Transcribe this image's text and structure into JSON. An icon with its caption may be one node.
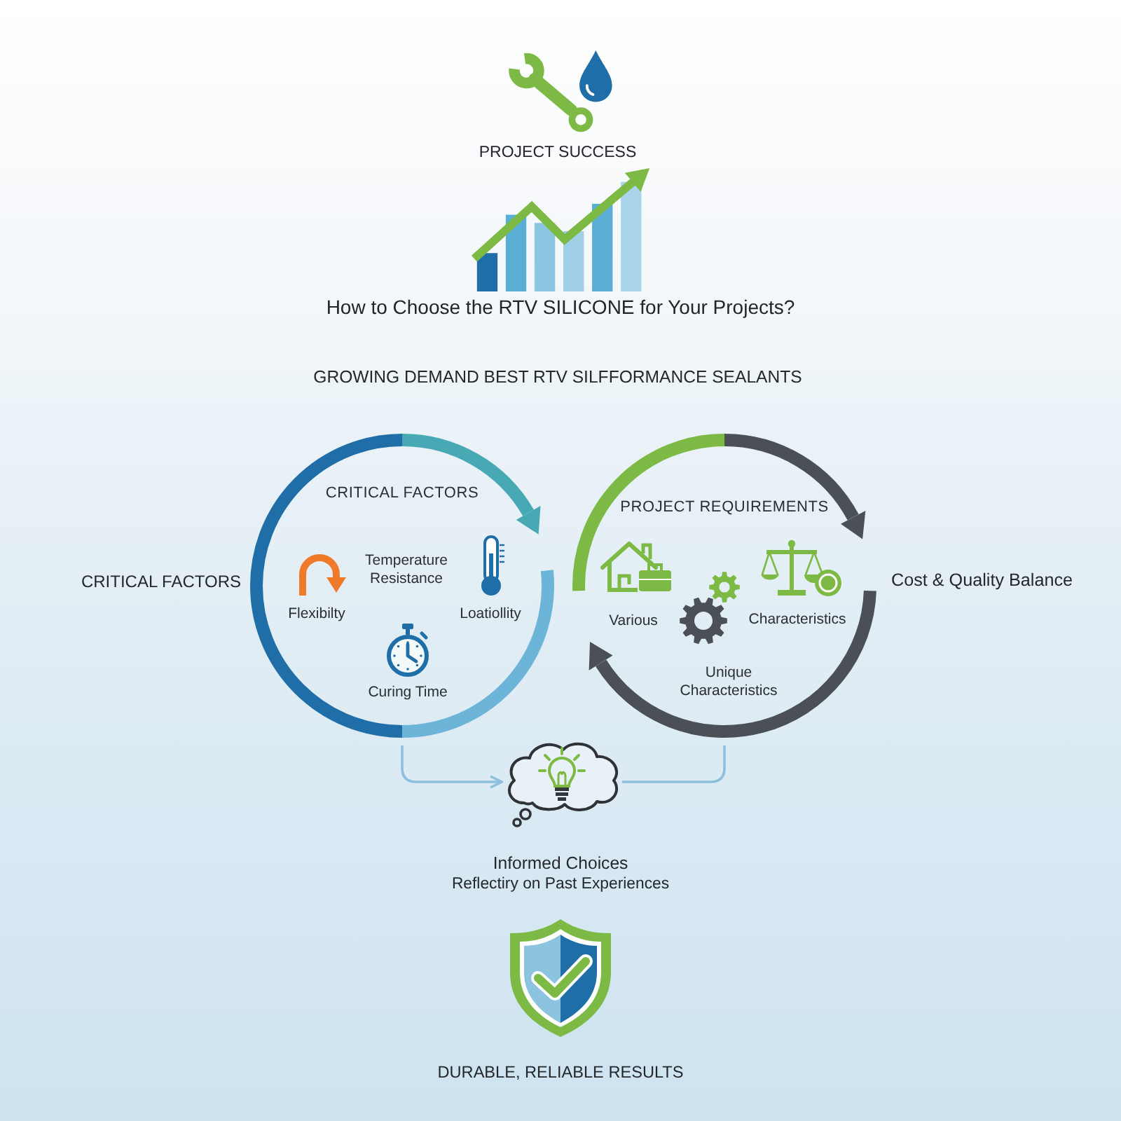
{
  "diagram": {
    "title": "How to Choose the RTV SILICONE for Your Projects?",
    "nodes": [
      {
        "text": [
          "CRITICAL FACTORS",
          "Temperature Resistance",
          "Flexibilty",
          "Loatiollity",
          "Curing Time"
        ]
      },
      {
        "text": [
          "PROJECT REQUIREMENTS",
          "Various",
          "Characteristics",
          "Unique Characteristics"
        ]
      },
      {
        "text": [],
        "shape": "cloud",
        "beside": [
          "Informed Choices",
          "Reflectiry on Past Experiences"
        ]
      }
    ],
    "edges": [
      {
        "from": 0,
        "to": 2,
        "arrow": "to"
      },
      {
        "from": 1,
        "to": 2,
        "arrow": "none"
      }
    ],
    "labels": [
      "PROJECT SUCCESS",
      "GROWING DEMAND BEST RTV SILFFORMANCE SEALANTS",
      "CRITICAL FACTORS",
      "Cost & Quality Balance",
      "DURABLE, RELIABLE RESULTS"
    ]
  }
}
